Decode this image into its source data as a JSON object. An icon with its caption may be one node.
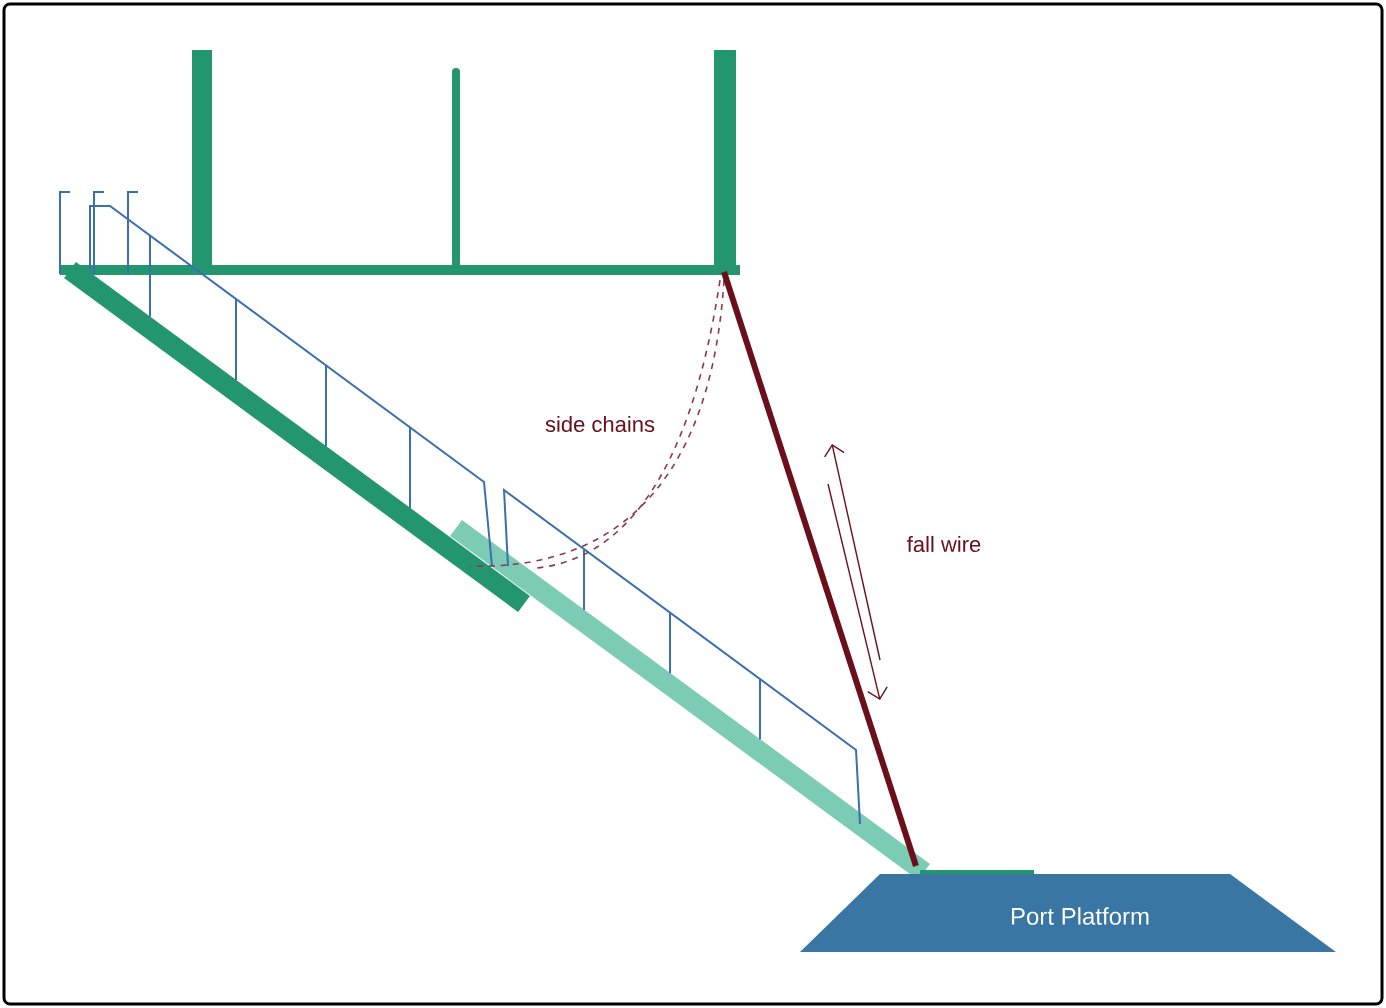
{
  "diagram": {
    "nodes": [
      {
        "text": [
          "Port Platform"
        ]
      }
    ],
    "labels": [
      "side chains",
      "fall wire"
    ]
  }
}
